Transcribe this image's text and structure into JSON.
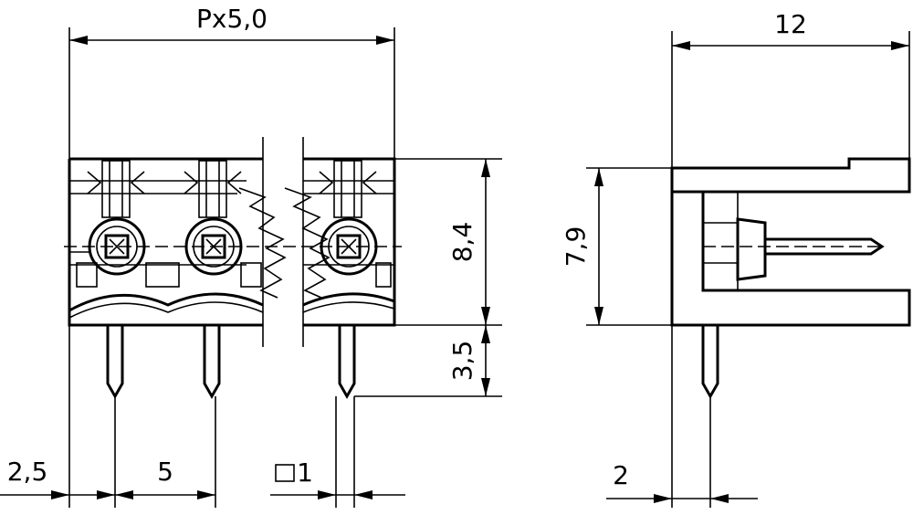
{
  "front_view": {
    "dim_pitch": "Px5,0",
    "dim_height": "8,4",
    "dim_pin_length": "3,5",
    "dim_offset": "2,5",
    "dim_spacing": "5",
    "dim_pin_square": "1"
  },
  "side_view": {
    "dim_depth": "12",
    "dim_height": "7,9",
    "dim_pin_offset": "2"
  }
}
